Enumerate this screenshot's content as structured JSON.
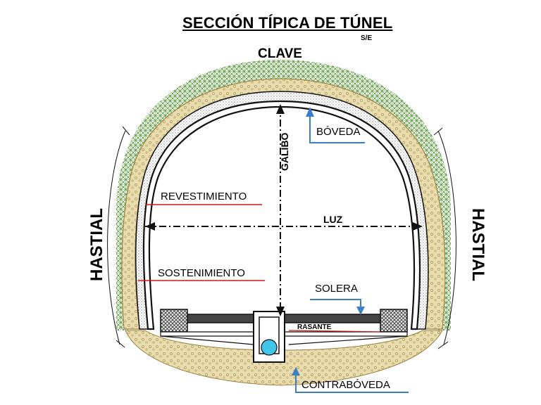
{
  "title": "SECCIÓN TÍPICA DE TÚNEL",
  "scale": "S/E",
  "labels": {
    "clave": "CLAVE",
    "boveda": "BÓVEDA",
    "galibo": "GALIBO",
    "revestimiento": "REVESTIMIENTO",
    "luz": "LUZ",
    "sostenimiento": "SOSTENIMIENTO",
    "solera": "SOLERA",
    "rasante": "RASANTE",
    "contraboveda": "CONTRABÓVEDA",
    "hastial_left": "HASTIAL",
    "hastial_right": "HASTIAL"
  },
  "colors": {
    "rock_hatch": "#5a9a3c",
    "fill_soil": "#e6d9a8",
    "fill_soil_edge": "#b39a55",
    "leader_blue": "#3d7fc4",
    "leader_red": "#d01515",
    "water": "#3fc6ea"
  }
}
